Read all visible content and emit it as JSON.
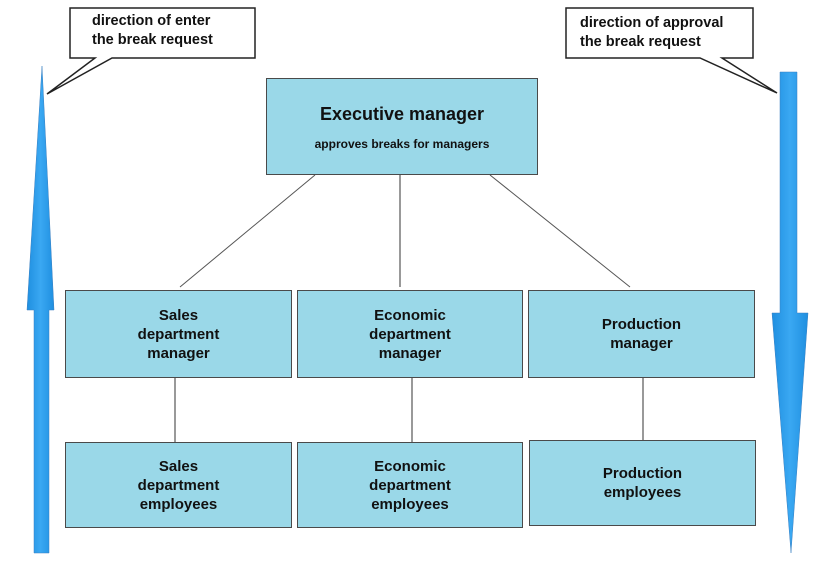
{
  "callouts": {
    "enter": "direction of enter\nthe break request",
    "approval": "direction of approval\nthe break request"
  },
  "executive": {
    "title": "Executive manager",
    "subtitle": "approves breaks for managers"
  },
  "managers": {
    "sales": "Sales\ndepartment\nmanager",
    "economic": "Economic\ndepartment\nmanager",
    "production": "Production\nmanager"
  },
  "employees": {
    "sales": "Sales\ndepartment\nemployees",
    "economic": "Economic\ndepartment\nemployees",
    "production": "Production\nemployees"
  },
  "colors": {
    "box_fill": "#9ad8e8",
    "arrow_fill": "#2a9be8"
  }
}
